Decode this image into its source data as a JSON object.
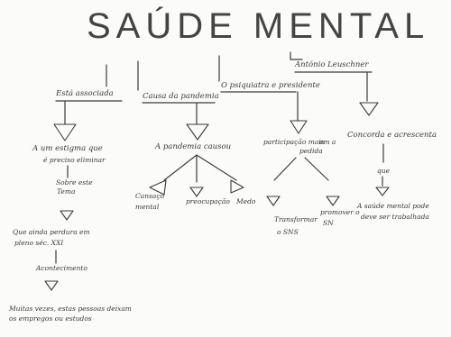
{
  "title": "SAÚDE MENTAL",
  "branches": {
    "b1": "Está associada",
    "b2": "Causa da pandemia",
    "b3": "O psiquiatra e presidente",
    "b4": "António Leuschner"
  },
  "nodes": {
    "n1": "A um estigma que",
    "n1b": "é preciso eliminar",
    "n1c": "Sobre este",
    "n1d": "Tema",
    "n1e": "Que ainda perdura em",
    "n1f": "pleno séc. XXI",
    "n1g": "Acontecimento",
    "n1h": "Muitas vezes, estas pessoas deixam",
    "n1i": "os empregos ou estudos",
    "n2": "A pandemia causou",
    "n2a": "Cansaço",
    "n2a2": "mental",
    "n2b": "preocupação",
    "n2c": "Medo",
    "n3": "participação mais",
    "n3b": "pedida",
    "n3c": "em a",
    "n3d": "Transformar",
    "n3e": "o SNS",
    "n3f": "promover o",
    "n3g": "SN",
    "n4": "Concorda e acrescenta",
    "n4b": "que",
    "n4c": "A saúde mental pode",
    "n4d": "deve ser trabalhada"
  }
}
